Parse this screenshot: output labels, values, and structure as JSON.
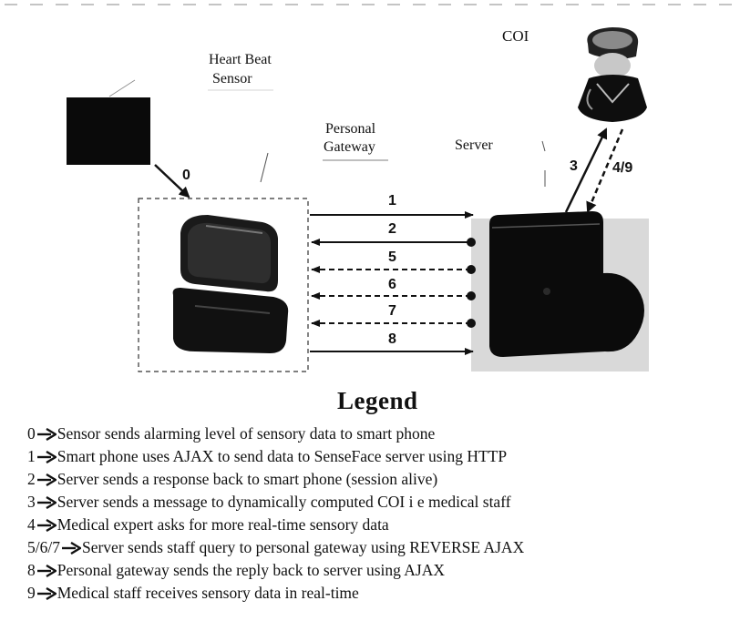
{
  "diagram": {
    "coi_label": "COI",
    "sensor_label_line1": "Heart Beat",
    "sensor_label_line2": "Sensor",
    "gateway_label_line1": "Personal",
    "gateway_label_line2": "Gateway",
    "server_label": "Server",
    "arrows": {
      "a0": "0",
      "a1": "1",
      "a2": "2",
      "a3": "3",
      "a49": "4/9",
      "a5": "5",
      "a6": "6",
      "a7": "7",
      "a8": "8"
    }
  },
  "legend": {
    "title": "Legend",
    "items": [
      {
        "code": "0",
        "text": "Sensor sends alarming level of sensory data to smart phone"
      },
      {
        "code": "1",
        "text": "Smart phone uses AJAX to send data to SenseFace server using HTTP"
      },
      {
        "code": "2",
        "text": "Server sends a response back to smart phone (session alive)"
      },
      {
        "code": "3",
        "text": "Server sends a message to dynamically computed COI i e  medical staff"
      },
      {
        "code": "4",
        "text": "Medical expert asks for more real-time sensory data"
      },
      {
        "code": "5/6/7",
        "text": "Server sends staff query to personal gateway using REVERSE  AJAX"
      },
      {
        "code": "8",
        "text": "Personal gateway sends the reply back to server using AJAX"
      },
      {
        "code": "9",
        "text": "Medical staff receives sensory data in real-time"
      }
    ]
  }
}
